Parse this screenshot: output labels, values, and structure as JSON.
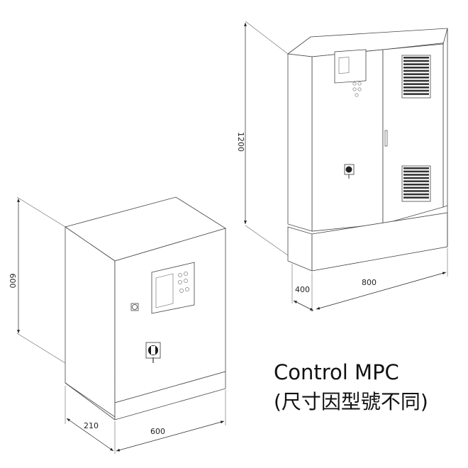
{
  "caption": {
    "title": "Control MPC",
    "subtitle": "(尺寸因型號不同)"
  },
  "small_cabinet": {
    "height_label": "600",
    "depth_label": "210",
    "width_label": "600"
  },
  "large_cabinet": {
    "height_label": "1200",
    "depth_label": "400",
    "width_label": "800"
  },
  "colors": {
    "line": "#444444",
    "dimension": "#222222",
    "background": "#ffffff"
  }
}
